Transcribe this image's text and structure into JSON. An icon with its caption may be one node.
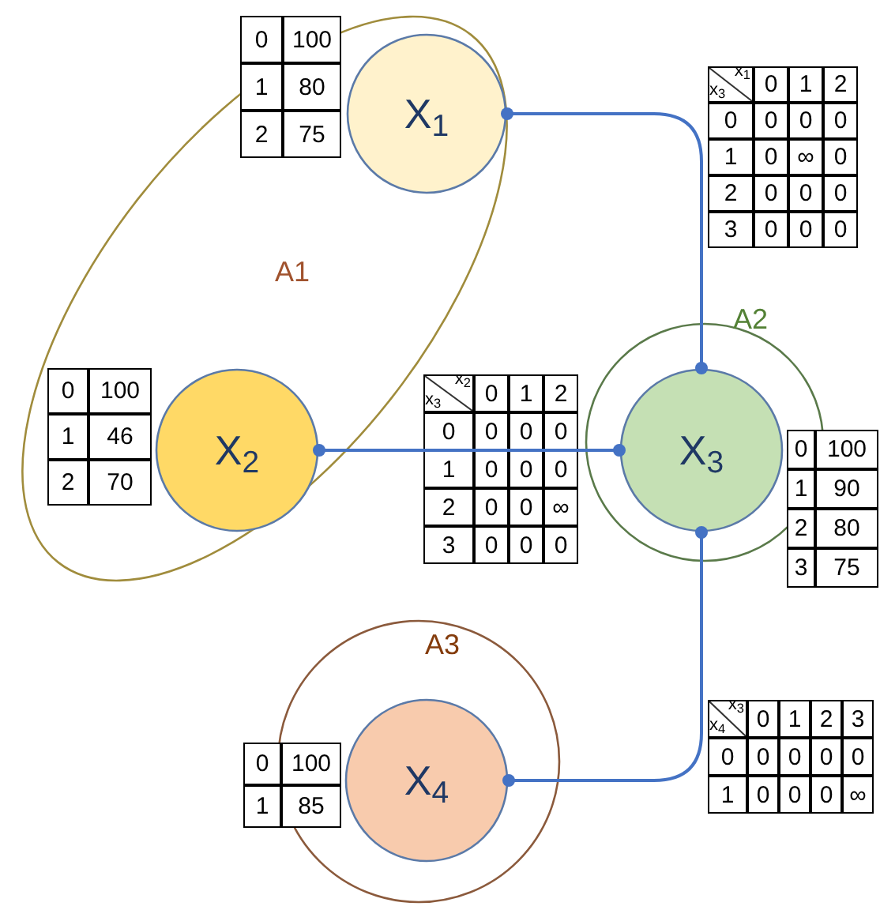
{
  "diagram": {
    "nodes": [
      {
        "text": [
          "A1"
        ]
      },
      {
        "text": [
          "X$_{1}$"
        ],
        "in": 0
      },
      {
        "text": [
          "X$_{2}$"
        ],
        "in": 0
      },
      {
        "text": [
          "A2"
        ]
      },
      {
        "text": [
          "X$_{3}$"
        ],
        "in": 3
      },
      {
        "text": [
          "A3"
        ]
      },
      {
        "text": [
          "X$_{4}$"
        ],
        "in": 5
      }
    ],
    "edges": [
      {
        "from": 1,
        "to": 4,
        "arrow": "other"
      },
      {
        "from": 2,
        "to": 4,
        "arrow": "other"
      },
      {
        "from": 4,
        "to": 6,
        "arrow": "other"
      }
    ],
    "labels": [
      "0",
      "100",
      "1",
      "80",
      "2",
      "75",
      "x$_{1}$",
      "x$_{3}$",
      "0",
      "1",
      "2",
      "0",
      "0",
      "0",
      "0",
      "1",
      "0",
      "∞",
      "0",
      "2",
      "0",
      "0",
      "0",
      "3",
      "0",
      "0",
      "0",
      "0",
      "100",
      "1",
      "46",
      "2",
      "70",
      "x$_{2}$",
      "x$_{3}$",
      "0",
      "1",
      "2",
      "0",
      "0",
      "0",
      "0",
      "1",
      "0",
      "0",
      "0",
      "2",
      "0",
      "0",
      "∞",
      "3",
      "0",
      "0",
      "0",
      "0",
      "100",
      "1",
      "90",
      "2",
      "80",
      "3",
      "75",
      "x$_{3}$",
      "x$_{4}$",
      "0",
      "1",
      "2",
      "3",
      "0",
      "0",
      "0",
      "0",
      "0",
      "1",
      "0",
      "0",
      "0",
      "∞",
      "0",
      "100",
      "1",
      "85"
    ]
  }
}
